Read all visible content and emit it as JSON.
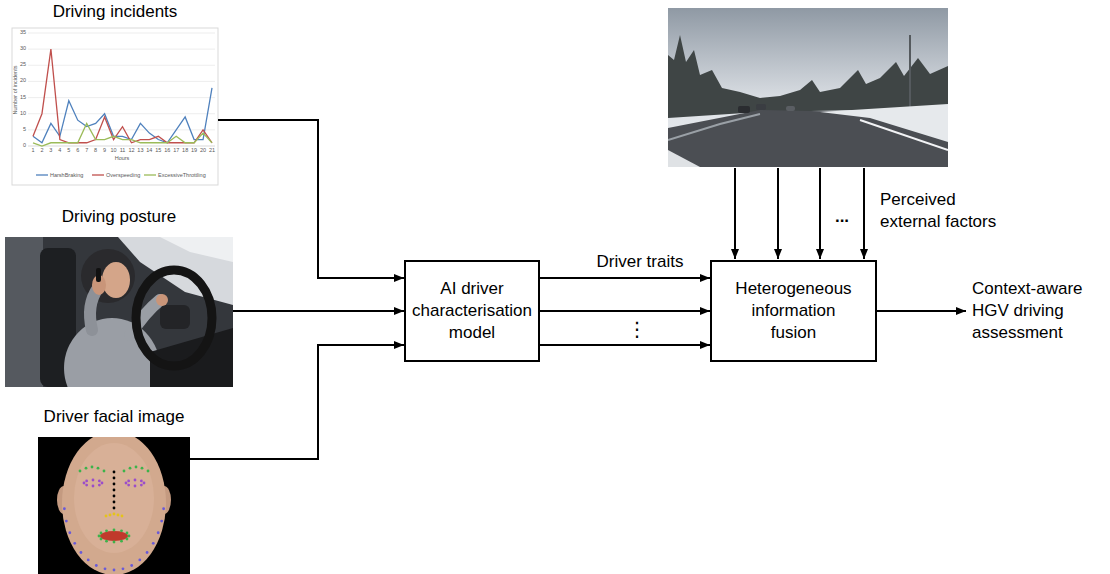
{
  "diagram": {
    "nodes": [
      {
        "text": [
          "Driving incidents"
        ]
      },
      {
        "text": [
          "Driving posture"
        ]
      },
      {
        "text": [
          "Driver facial image"
        ]
      },
      {
        "text": [
          "AI driver characterisation model"
        ]
      },
      {
        "text": [
          "Heterogeneous information fusion"
        ]
      }
    ],
    "edges": [
      {
        "from": 0,
        "to": 3,
        "arrow": "to"
      },
      {
        "from": 1,
        "to": 3,
        "arrow": "to"
      },
      {
        "from": 2,
        "to": 3,
        "arrow": "to"
      },
      {
        "from": 3,
        "to": 4,
        "label": "Driver traits",
        "arrow": "to"
      },
      {
        "from": 3,
        "to": 4,
        "arrow": "to"
      },
      {
        "from": 3,
        "to": 4,
        "arrow": "to"
      }
    ],
    "labels": [
      "35",
      "30",
      "25",
      "20",
      "15",
      "10",
      "5",
      "0",
      "1",
      "2",
      "3",
      "4",
      "5",
      "6",
      "7",
      "8",
      "9",
      "10",
      "11",
      "12",
      "13",
      "14",
      "15",
      "16",
      "17",
      "18",
      "19",
      "20",
      "21",
      "Hours",
      "Number of incidents",
      "⋮",
      "...",
      "Perceived external factors",
      "Context-aware HGV driving assessment"
    ],
    "legend": [
      {
        "text": "HarshBraking"
      },
      {
        "text": "Overspeeding"
      },
      {
        "text": "ExcessiveThrottling"
      }
    ]
  }
}
